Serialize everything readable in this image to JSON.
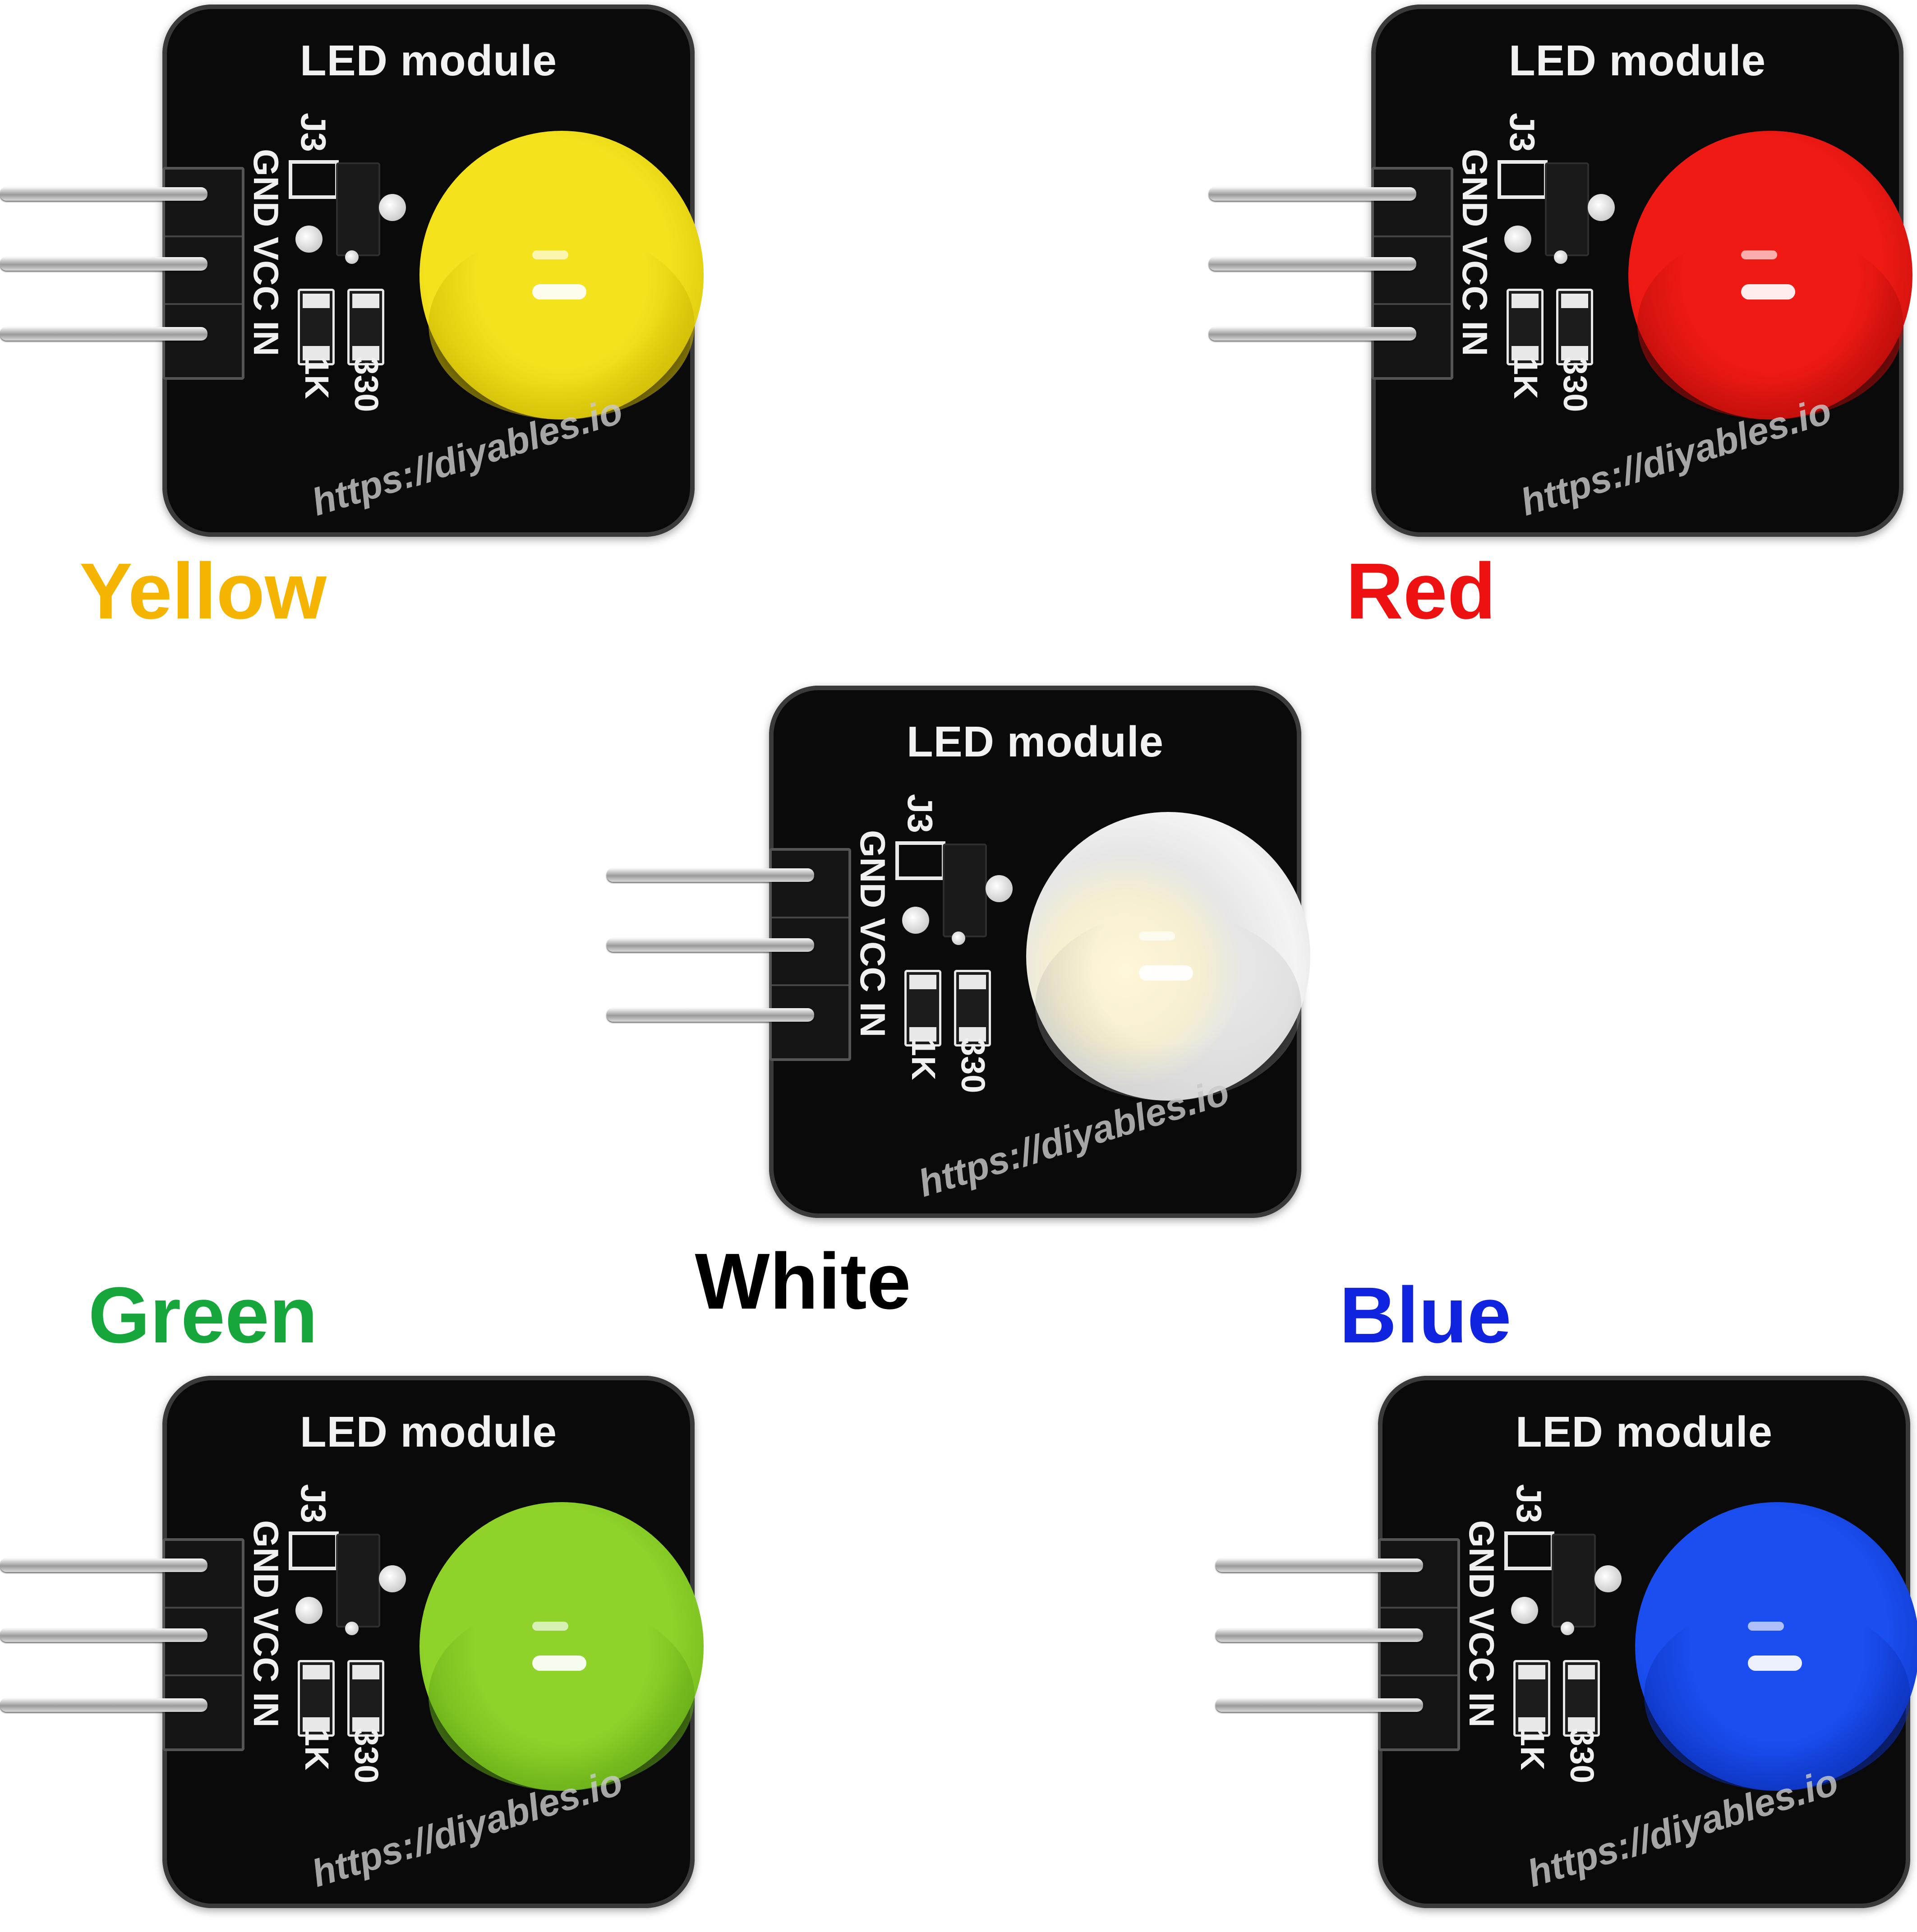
{
  "module_text": {
    "title": "LED module",
    "pin_gnd": "GND",
    "pin_vcc": "VCC",
    "pin_in": "IN",
    "header_ref": "J3",
    "resistor_1k": "1K",
    "resistor_330": "330",
    "watermark": "https://diyables.io"
  },
  "modules": [
    {
      "id": "yellow",
      "label": "Yellow",
      "label_color": "#f5b400",
      "led_color": "#f3e21c",
      "led_shade": "#c8b400"
    },
    {
      "id": "red",
      "label": "Red",
      "label_color": "#ee1111",
      "led_color": "#f01a14",
      "led_shade": "#b00a08"
    },
    {
      "id": "white",
      "label": "White",
      "label_color": "#000000",
      "led_color": "#ececec",
      "led_shade": "#b8b8b8"
    },
    {
      "id": "green",
      "label": "Green",
      "label_color": "#17a63c",
      "led_color": "#8fd32a",
      "led_shade": "#5ea614"
    },
    {
      "id": "blue",
      "label": "Blue",
      "label_color": "#1024e0",
      "led_color": "#1a4ef0",
      "led_shade": "#0a2cb0"
    }
  ]
}
